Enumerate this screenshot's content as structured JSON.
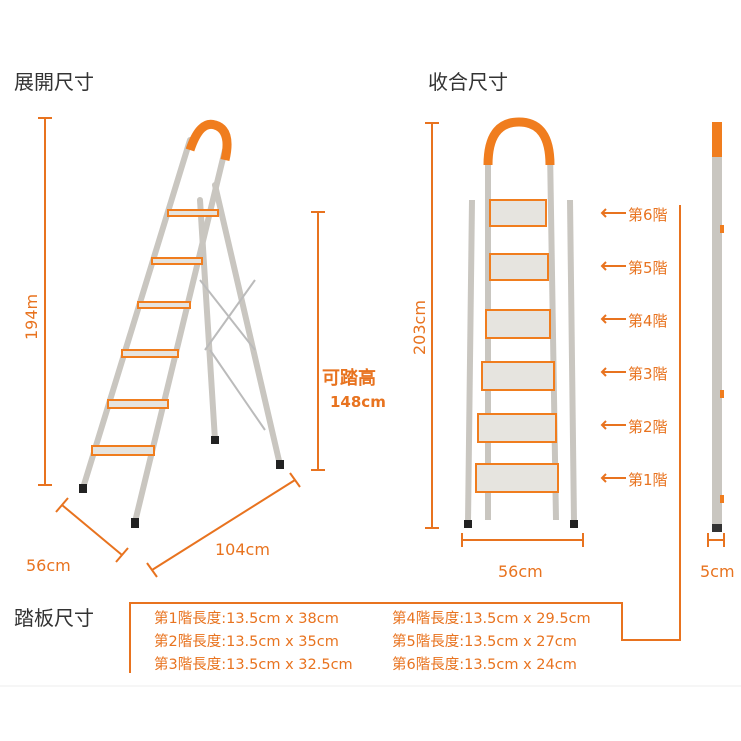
{
  "sections": {
    "expanded": "展開尺寸",
    "folded": "收合尺寸",
    "step_size": "踏板尺寸"
  },
  "expanded": {
    "height": "194m",
    "reach_label": "可踏高",
    "reach_value": "148cm",
    "depth": "56cm",
    "length": "104cm"
  },
  "folded": {
    "height": "203cm",
    "width": "56cm",
    "thickness": "5cm"
  },
  "steps": [
    {
      "label": "第6階"
    },
    {
      "label": "第5階"
    },
    {
      "label": "第4階"
    },
    {
      "label": "第3階"
    },
    {
      "label": "第2階"
    },
    {
      "label": "第1階"
    }
  ],
  "specs": [
    "第1階長度:13.5cm x 38cm",
    "第2階長度:13.5cm x 35cm",
    "第3階長度:13.5cm x 32.5cm",
    "第4階長度:13.5cm x 29.5cm",
    "第5階長度:13.5cm x 27cm",
    "第6階長度:13.5cm x 24cm"
  ],
  "colors": {
    "accent": "#e8731f",
    "metal": "#c9c6c0"
  }
}
